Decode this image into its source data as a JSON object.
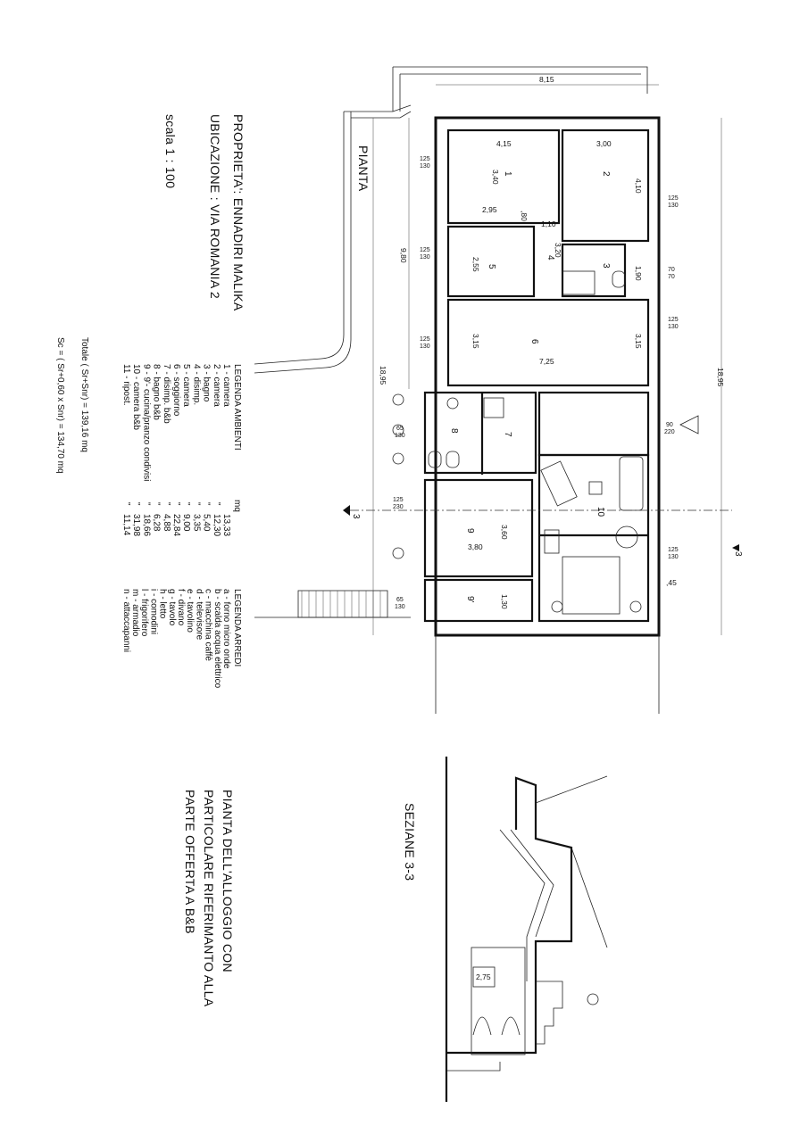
{
  "title": {
    "owner": "PROPRIETA': ENNADIRI MALIKA",
    "location": "UBICAZIONE : VIA ROMANIA 2",
    "scale": "scala   1 : 100"
  },
  "plan_label": "PIANTA",
  "section_label": "SEZIANE 3-3",
  "description_lines": [
    "PIANTA DELL'ALLOGGIO CON",
    "PARTICOLARE RIFERIMANTO ALLA",
    "PARTE OFFERTA A B&B"
  ],
  "legend_rooms": {
    "heading": "LEGENDA AMBIENTI",
    "unit": "mq",
    "items": [
      {
        "label": "1 - camera",
        "ditto": "",
        "value": "13,33"
      },
      {
        "label": "2 - camera",
        "ditto": "\"",
        "value": "12,30"
      },
      {
        "label": "3 - bagno",
        "ditto": "\"",
        "value": "5,40"
      },
      {
        "label": "4 - disimp.",
        "ditto": "\"",
        "value": "3,35"
      },
      {
        "label": "5 - camera",
        "ditto": "\"",
        "value": "9,00"
      },
      {
        "label": "6 - soggiorno",
        "ditto": "\"",
        "value": "22,84"
      },
      {
        "label": "7 - disimp. b&b",
        "ditto": "\"",
        "value": "4,88"
      },
      {
        "label": "8 - bagno b&b",
        "ditto": "\"",
        "value": "6,28"
      },
      {
        "label": "9 - 9'- cucina/pranzo condivisi",
        "ditto": "\"",
        "value": "18,66"
      },
      {
        "label": "10 - camera b&b",
        "ditto": "\"",
        "value": "31,98"
      },
      {
        "label": "11 - ripost.",
        "ditto": "\"",
        "value": "11,14"
      }
    ]
  },
  "totals": {
    "total_line": "Totale   ( Sr+Snr)    =  139,16 mq",
    "sc_line": "Sc =   ( Sr+0,60 x Snr)    = 134,70 mq"
  },
  "legend_furniture": {
    "heading": "LEGENDA ARREDI",
    "items": [
      "a - forno micro onde",
      "b - scalda acqua elettrico",
      "c - macchina caffè",
      "d - televisore",
      "e - tavolino",
      "f - divano",
      "g - tavolo",
      "h - letto",
      "i - comodini",
      "l - frigorifero",
      "m - armadio",
      "n - attaccapanni"
    ]
  },
  "room_numbers": [
    "1",
    "2",
    "3",
    "4",
    "5",
    "6",
    "7",
    "8",
    "9",
    "9'",
    "10"
  ],
  "dimensions": {
    "overall_width": "8,15",
    "overall_length_right": "18,95",
    "overall_length_left": "18,95",
    "left_depth": "9,80",
    "d_4_15": "4,15",
    "d_3_00": "3,00",
    "d_3_40": "3,40",
    "d_4_10": "4,10",
    "d_2_95": "2,95",
    "d_1_10": "1,10",
    "d_80": ",80",
    "d_3_20": "3,20",
    "d_1_90": "1,90",
    "d_2_55": "2,55",
    "d_3_15a": "3,15",
    "d_3_15b": "3,15",
    "d_7_25": "7,25",
    "d_3_60": "3,60",
    "d_3_80": "3,80",
    "d_1_30": "1,30",
    "d_45": ",45",
    "section_2_75": "2,75"
  },
  "windows": {
    "w125_130": [
      "125",
      "130"
    ],
    "w70_70": [
      "70",
      "70"
    ],
    "w90_220": [
      "90",
      "220"
    ],
    "w125_230": [
      "125",
      "230"
    ],
    "w65_130": [
      "65",
      "130"
    ]
  },
  "section_marks": [
    "3",
    "3",
    "3"
  ]
}
